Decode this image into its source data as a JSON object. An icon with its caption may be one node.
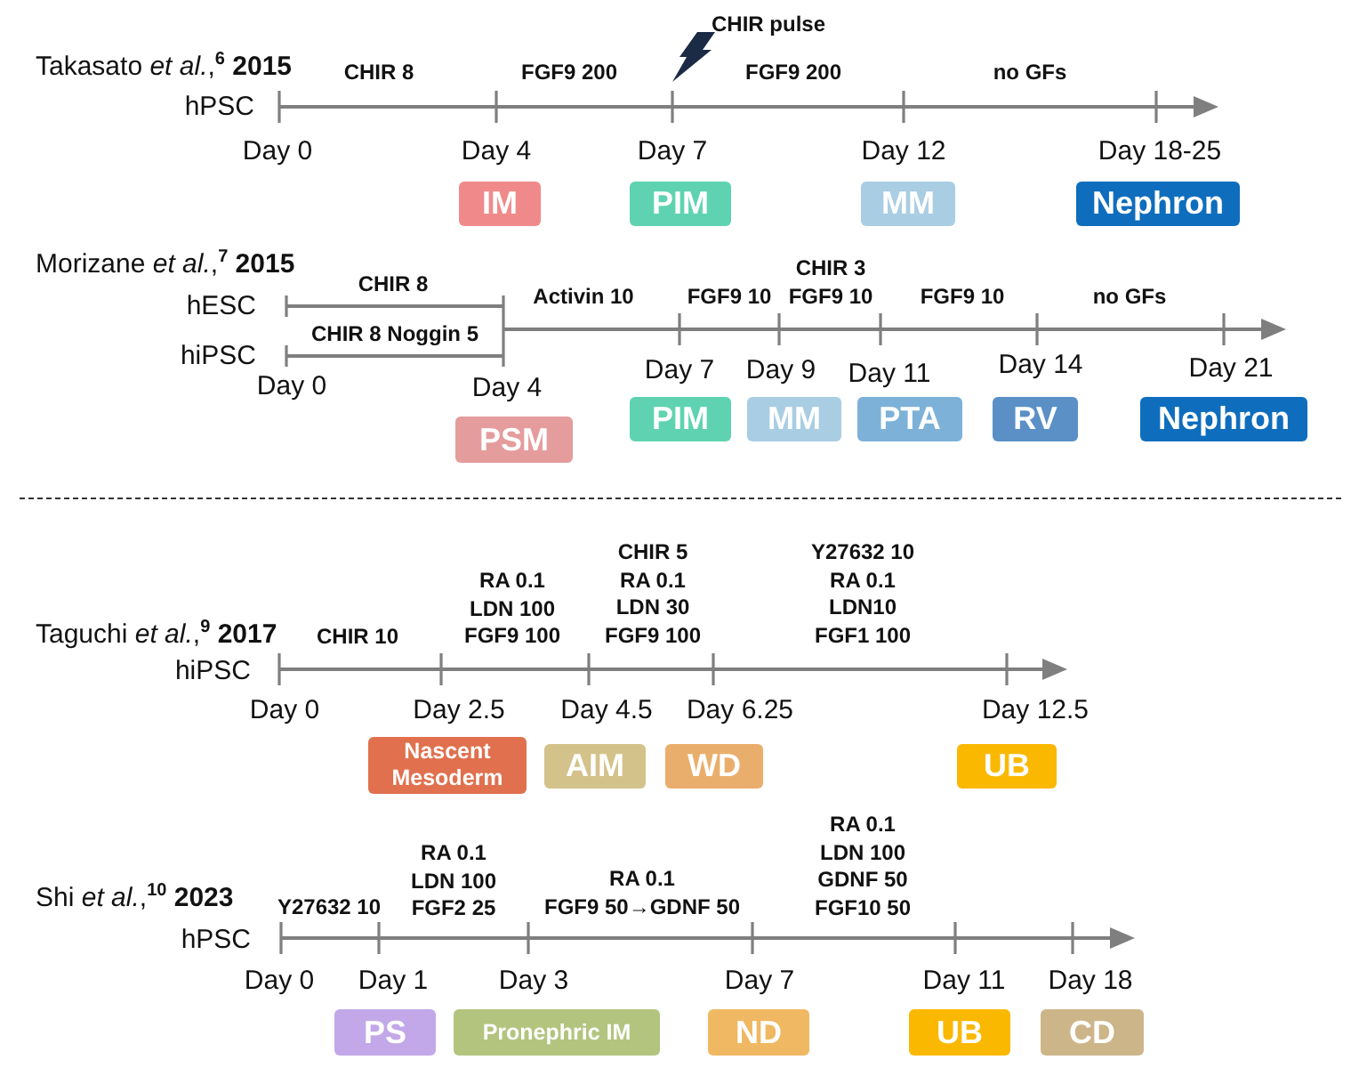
{
  "diagram": {
    "nodes": [
      {
        "text": [
          "IM"
        ]
      },
      {
        "text": [
          "PIM"
        ]
      },
      {
        "text": [
          "MM"
        ]
      },
      {
        "text": [
          "Nephron"
        ]
      },
      {
        "text": [
          "PSM"
        ]
      },
      {
        "text": [
          "PIM"
        ]
      },
      {
        "text": [
          "MM"
        ]
      },
      {
        "text": [
          "PTA"
        ]
      },
      {
        "text": [
          "RV"
        ]
      },
      {
        "text": [
          "Nephron"
        ]
      },
      {
        "text": [
          "Nascent Mesoderm"
        ]
      },
      {
        "text": [
          "AIM"
        ]
      },
      {
        "text": [
          "WD"
        ]
      },
      {
        "text": [
          "UB"
        ]
      },
      {
        "text": [
          "PS"
        ]
      },
      {
        "text": [
          "Pronephric IM"
        ]
      },
      {
        "text": [
          "ND"
        ]
      },
      {
        "text": [
          "UB"
        ]
      },
      {
        "text": [
          "CD"
        ]
      }
    ],
    "labels": [
      "CHIR pulse",
      "Takasato *et al.*,$^{6}$ **2015**",
      "CHIR 8",
      "FGF9 200",
      "FGF9 200",
      "no GFs",
      "hPSC",
      "Day 0",
      "Day 4",
      "Day 7",
      "Day 12",
      "Day 18-25",
      "Morizane *et al.*,$^{7}$ **2015**",
      "CHIR 8",
      "hESC",
      "Activin 10",
      "FGF9 10",
      "CHIR 3 FGF9 10",
      "FGF9 10",
      "no GFs",
      "CHIR 8 Noggin 5",
      "hiPSC",
      "Day 0",
      "Day 4",
      "Day 7",
      "Day 9",
      "Day 11",
      "Day 14",
      "Day 21",
      "Taguchi *et al.*,$^{9}$ **2017**",
      "CHIR 10",
      "RA 0.1 LDN 100 FGF9 100",
      "CHIR 5 RA 0.1 LDN 30 FGF9 100",
      "Y27632 10 RA 0.1 LDN10 FGF1 100",
      "hiPSC",
      "Day 0",
      "Day 2.5",
      "Day 4.5",
      "Day 6.25",
      "Day 12.5",
      "Shi *et al.*,$^{10}$ **2023**",
      "Y27632 10",
      "RA 0.1 LDN 100 FGF2 25",
      "RA 0.1 FGF9 50→GDNF 50",
      "RA 0.1 LDN 100 GDNF 50 FGF10 50",
      "hPSC",
      "Day 0",
      "Day 1",
      "Day 3",
      "Day 7",
      "Day 11",
      "Day 18"
    ]
  }
}
